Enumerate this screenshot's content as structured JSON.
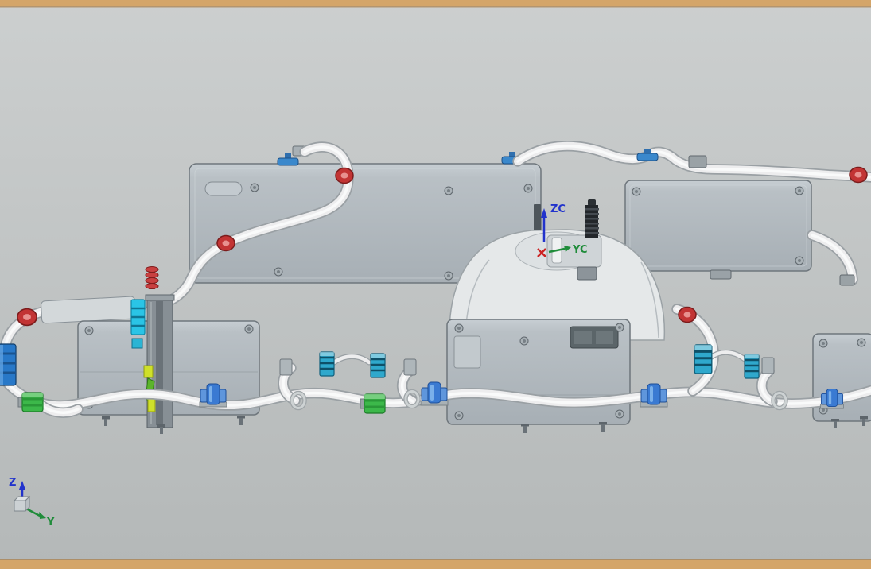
{
  "scene": {
    "type": "cad-3d-assembly-view",
    "labels": {
      "origin_zc": "ZC",
      "origin_yc": "YC",
      "triad_z": "Z",
      "triad_y": "Y"
    }
  },
  "palette": {
    "frame_tan": "#d4a569",
    "frame_tan_dark": "#a87c46",
    "bg_top": "#cccfcf",
    "bg_bottom": "#b4b8b8",
    "module_fill": "#b7bec3",
    "module_edge": "#6e767c",
    "hose_fill": "#ededee",
    "hose_outline": "#9aa0a4",
    "clip_red": "#c23434",
    "clamp_blue": "#3a7ad2",
    "connector_teal": "#2fa8cc",
    "connector_cyan": "#2ac4e6",
    "connector_blue": "#2878c8",
    "connector_green": "#3cb84a",
    "accent_yellow": "#cfe02a",
    "axis_blue": "#2233cc",
    "axis_green": "#1f8c3a",
    "axis_red": "#cc2222"
  },
  "components": [
    "main-cover-plate",
    "right-cover-plate",
    "left-module",
    "center-module",
    "center-housing",
    "right-module",
    "wiring-harness",
    "coolant-hoses",
    "hose-clamps",
    "electrical-connectors",
    "wcs-triad",
    "origin-marker"
  ]
}
